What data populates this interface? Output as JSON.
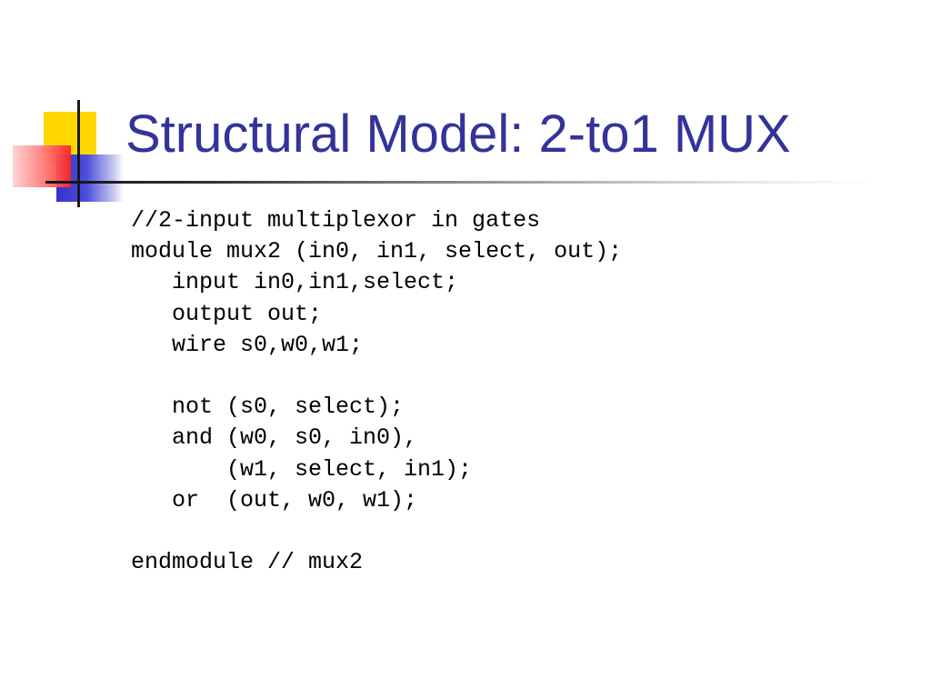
{
  "slide": {
    "title": "Structural Model: 2-to1 MUX",
    "code_lines": [
      "//2-input multiplexor in gates",
      "module mux2 (in0, in1, select, out);",
      "   input in0,in1,select;",
      "   output out;",
      "   wire s0,w0,w1;",
      "",
      "   not (s0, select);",
      "   and (w0, s0, in0),",
      "       (w1, select, in1);",
      "   or  (out, w0, w1);",
      "",
      "endmodule // mux2"
    ]
  },
  "colors": {
    "title": "#333399",
    "accent_yellow": "#ffd700",
    "accent_blue": "#3333cc",
    "accent_red": "#ff2222"
  }
}
